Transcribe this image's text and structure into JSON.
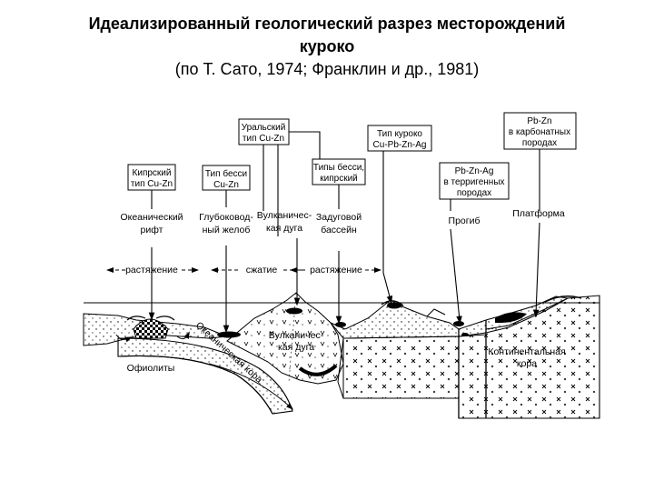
{
  "title": {
    "line1": "Идеализированный геологический разрез месторождений",
    "line2": "куроко",
    "line3": "(по Т. Сато, 1974; Франклин и др., 1981)"
  },
  "boxes": {
    "cyprus": [
      "Кипрский",
      "тип Cu-Zn"
    ],
    "bessi": [
      "Тип бесси",
      "Cu-Zn"
    ],
    "ural": [
      "Уральский",
      "тип Cu-Zn"
    ],
    "types": [
      "Типы бесси,",
      "кипрский"
    ],
    "kuroko": [
      "Тип куроко",
      "Cu-Pb-Zn-Ag"
    ],
    "terrig": [
      "Pb-Zn-Ag",
      "в терригенных",
      "породах"
    ],
    "carbonate": [
      "Pb-Zn",
      "в карбонатных",
      "породах"
    ]
  },
  "settings": {
    "ocean_rift": [
      "Океанический",
      "рифт"
    ],
    "trench": [
      "Глубоковод-",
      "ный желоб"
    ],
    "arc": [
      "Вулканичес-",
      "кая дуга"
    ],
    "backarc": [
      "Задуговой",
      "бассейн"
    ],
    "trough": "Прогиб",
    "platform": "Платформа"
  },
  "regimes": {
    "extension": "растяжение",
    "compression": "сжатие",
    "extension2": "растяжение"
  },
  "section": {
    "volcanic_arc": [
      "Вулканичес-",
      "кая дуга"
    ],
    "ophiolites": "Офиолиты",
    "oceanic_crust": "Океаническая кора",
    "continental_crust": [
      "Континентальная",
      "кора"
    ]
  }
}
